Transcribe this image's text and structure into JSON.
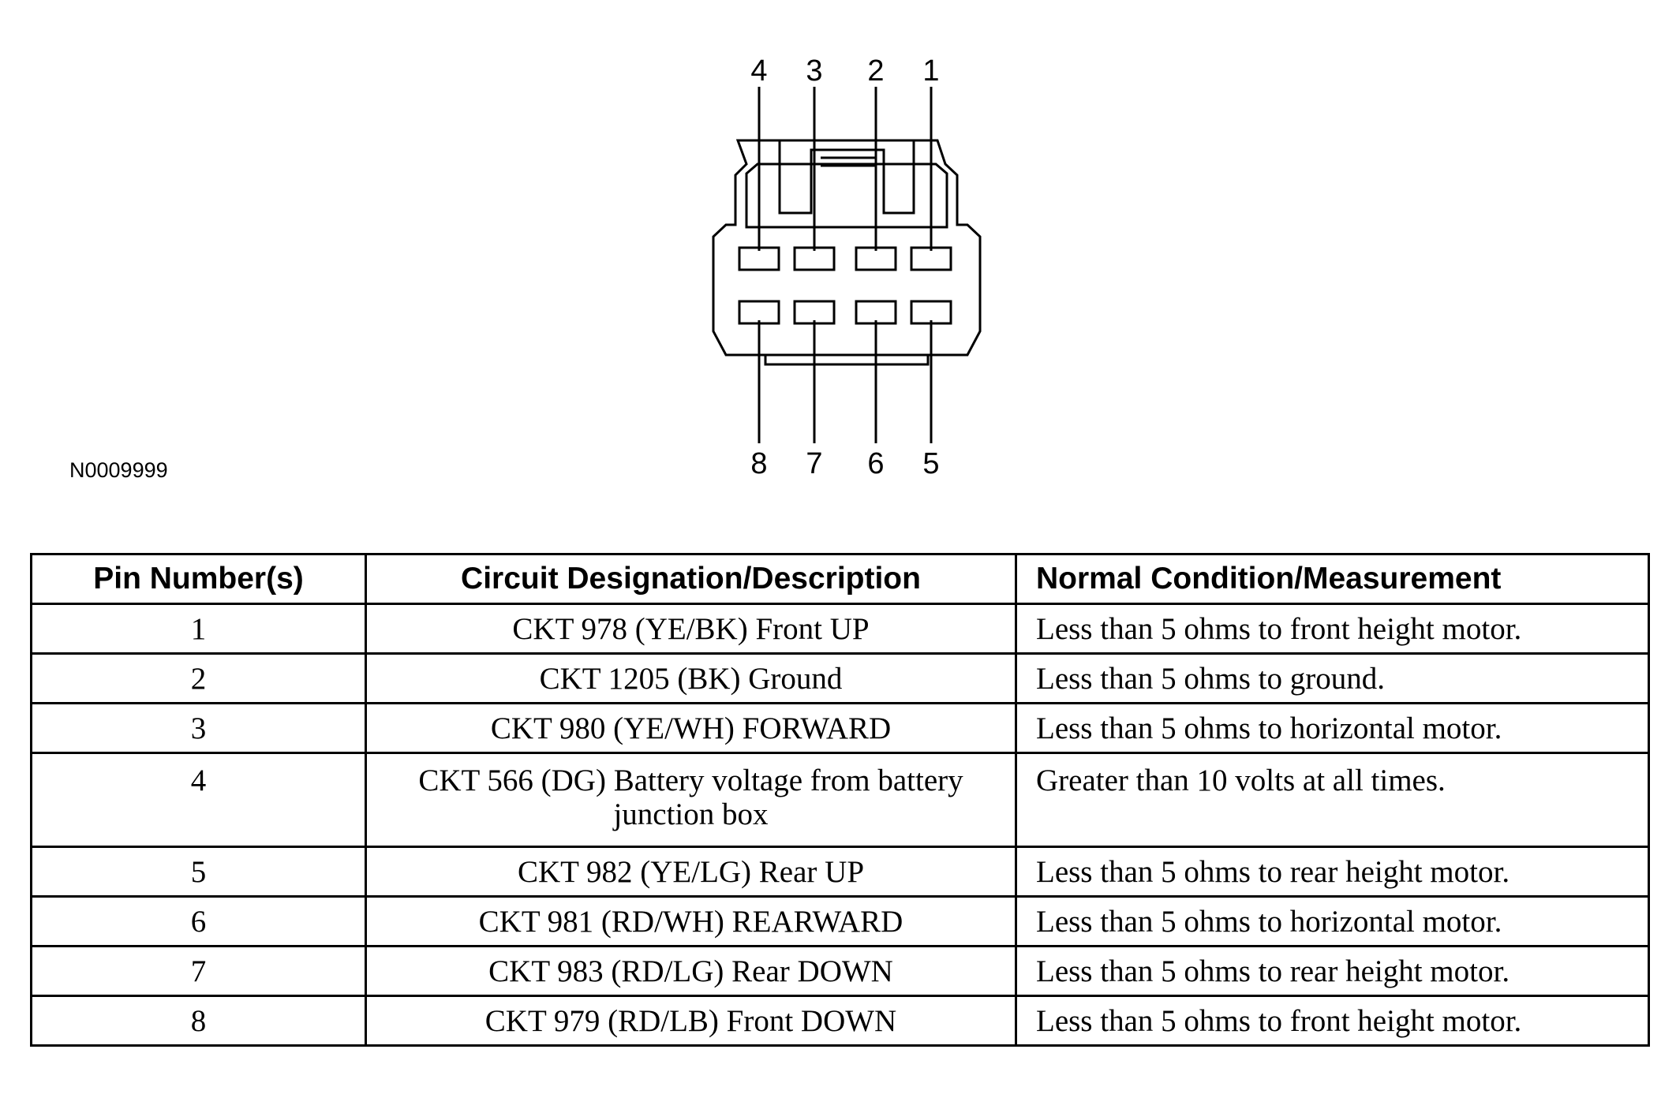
{
  "diagram": {
    "figure_code": "N0009999",
    "top_pins": [
      "4",
      "3",
      "2",
      "1"
    ],
    "bottom_pins": [
      "8",
      "7",
      "6",
      "5"
    ]
  },
  "table": {
    "headers": [
      "Pin Number(s)",
      "Circuit Designation/Description",
      "Normal Condition/Measurement"
    ],
    "rows": [
      {
        "pin": "1",
        "circuit": "CKT 978 (YE/BK) Front UP",
        "measurement": "Less than 5 ohms to front height motor."
      },
      {
        "pin": "2",
        "circuit": "CKT 1205 (BK) Ground",
        "measurement": "Less than 5 ohms to ground."
      },
      {
        "pin": "3",
        "circuit": "CKT 980 (YE/WH) FORWARD",
        "measurement": "Less than 5 ohms to horizontal motor."
      },
      {
        "pin": "4",
        "circuit": "CKT 566 (DG) Battery voltage from battery junction box",
        "measurement": "Greater than 10 volts at all times."
      },
      {
        "pin": "5",
        "circuit": "CKT 982 (YE/LG) Rear UP",
        "measurement": "Less than 5 ohms to rear height motor."
      },
      {
        "pin": "6",
        "circuit": "CKT 981 (RD/WH) REARWARD",
        "measurement": "Less than 5 ohms to horizontal motor."
      },
      {
        "pin": "7",
        "circuit": "CKT 983 (RD/LG) Rear DOWN",
        "measurement": "Less than 5 ohms to rear height motor."
      },
      {
        "pin": "8",
        "circuit": "CKT 979 (RD/LB) Front DOWN",
        "measurement": "Less than 5 ohms to front height motor."
      }
    ]
  }
}
